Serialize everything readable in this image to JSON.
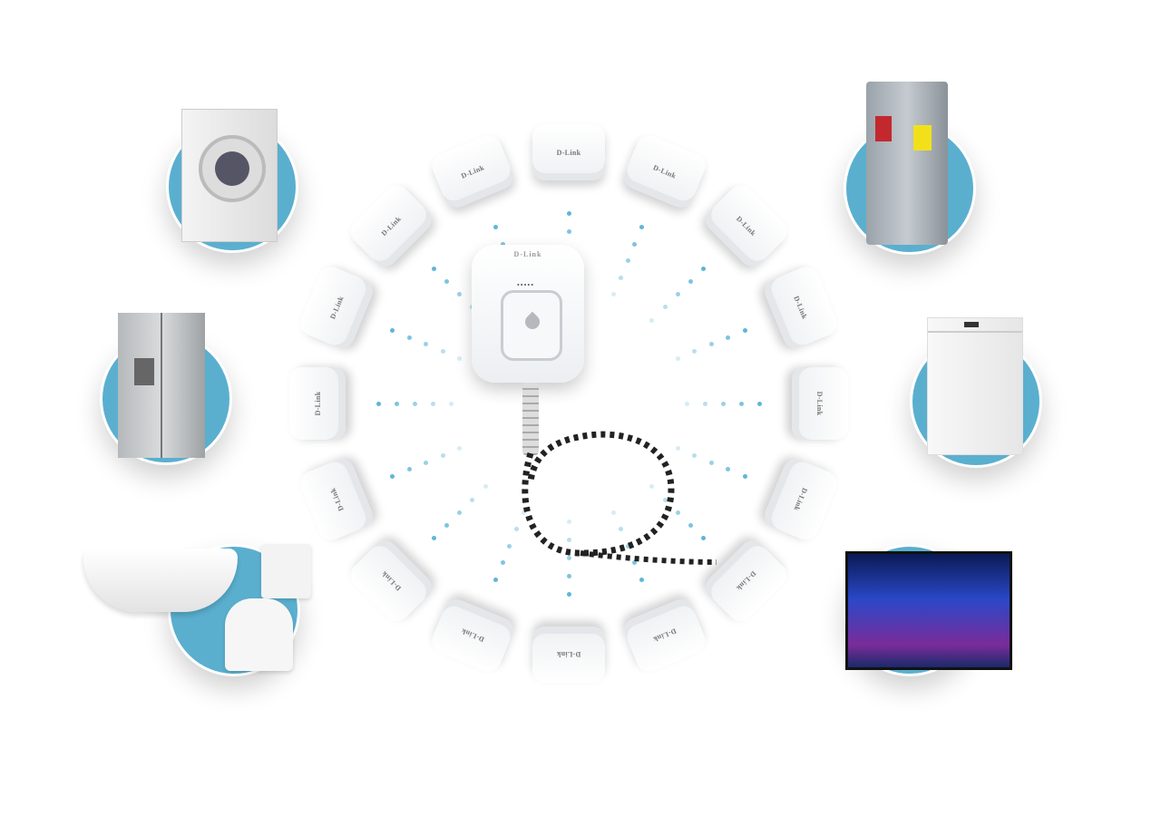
{
  "brand": "D-Link",
  "hub": {
    "brand_label": "D-Link",
    "led_label": "•••••"
  },
  "sensor_count": 16,
  "colors": {
    "accent": "#5aafcf",
    "dots": "#5ab4d6"
  },
  "appliances": [
    "washing-machine",
    "water-heater",
    "refrigerator",
    "dishwasher",
    "bathtub-toilet",
    "aquarium"
  ]
}
